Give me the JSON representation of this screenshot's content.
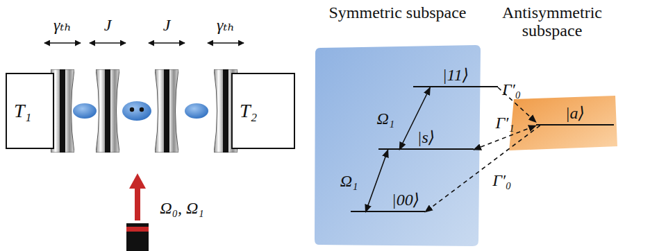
{
  "diagram": {
    "nodes": [
      {
        "text": [
          "T₁"
        ]
      },
      {
        "text": [
          "T₂"
        ]
      },
      {
        "text": [
          "Symmetric subspace"
        ]
      },
      {
        "text": [
          "|11⟩"
        ],
        "in": 2
      },
      {
        "text": [
          "|s⟩"
        ],
        "in": 2
      },
      {
        "text": [
          "|00⟩"
        ],
        "in": 2
      },
      {
        "text": [
          "Antisymmetric subspace"
        ]
      },
      {
        "text": [
          "|a⟩"
        ],
        "in": 6
      }
    ],
    "edges": [
      {
        "from": 4,
        "to": 3,
        "arrow": "both",
        "label": "Ω₁"
      },
      {
        "from": 5,
        "to": 4,
        "arrow": "both",
        "label": "Ω₁"
      },
      {
        "from": 3,
        "to": 7,
        "arrow": "to",
        "label": "Γ′₀"
      },
      {
        "from": 4,
        "to": 7,
        "arrow": "both",
        "label": "Γ′₁"
      },
      {
        "from": 7,
        "to": 5,
        "arrow": "to",
        "label": "Γ′₀"
      }
    ],
    "labels": [
      "γₜₕ",
      "J",
      "J",
      "γₜₕ",
      "Ω₀, Ω₁"
    ]
  }
}
